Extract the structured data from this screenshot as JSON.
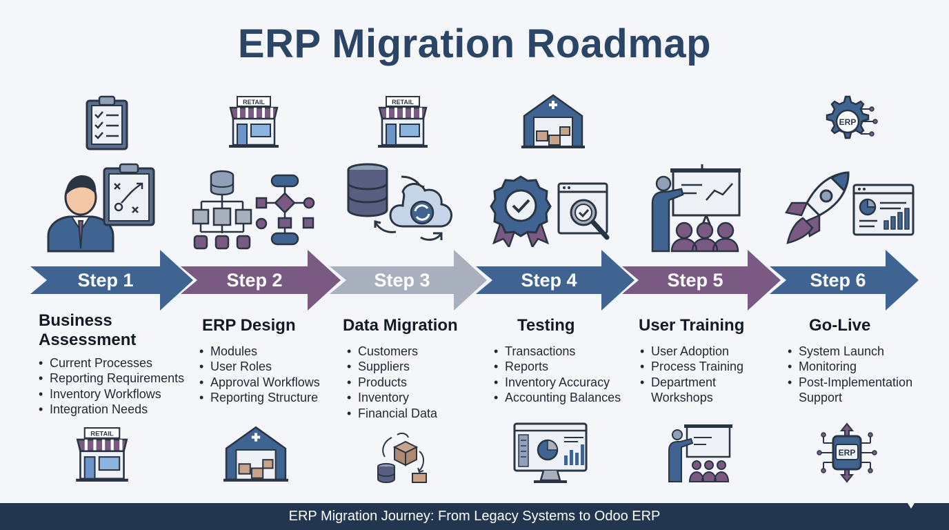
{
  "title": "ERP Migration Roadmap",
  "colors": {
    "blue": "#3f6491",
    "purple": "#7a5a82",
    "grey": "#a9b0bd",
    "navy": "#22364f",
    "outline": "#2a3544"
  },
  "steps": [
    {
      "label": "Step 1",
      "title": "Business Assessment",
      "title_lines": [
        "Business",
        "Assessment"
      ],
      "items": [
        "Current Processes",
        "Reporting Requirements",
        "Inventory Workflows",
        "Integration Needs"
      ],
      "icons": [
        "clipboard-checklist-icon",
        "business-analyst-icon",
        "strategy-board-icon",
        "retail-store-icon"
      ]
    },
    {
      "label": "Step 2",
      "title": "ERP Design",
      "items": [
        "Modules",
        "User Roles",
        "Approval Workflows",
        "Reporting Structure"
      ],
      "icons": [
        "retail-store-icon",
        "database-hierarchy-icon",
        "workflow-flowchart-icon",
        "warehouse-icon"
      ]
    },
    {
      "label": "Step 3",
      "title": "Data Migration",
      "items": [
        "Customers",
        "Suppliers",
        "Products",
        "Inventory",
        "Financial Data"
      ],
      "icons": [
        "retail-store-icon",
        "database-icon",
        "cloud-sync-icon",
        "data-transfer-icon"
      ]
    },
    {
      "label": "Step 4",
      "title": "Testing",
      "items": [
        "Transactions",
        "Reports",
        "Inventory Accuracy",
        "Accounting Balances"
      ],
      "icons": [
        "warehouse-icon",
        "quality-badge-icon",
        "inspection-window-icon",
        "dashboard-monitor-icon"
      ]
    },
    {
      "label": "Step 5",
      "title": "User Training",
      "items": [
        "User Adoption",
        "Process Training",
        "Department Workshops"
      ],
      "icons": [
        "trainer-presentation-icon",
        "trainer-audience-icon"
      ]
    },
    {
      "label": "Step 6",
      "title": "Go-Live",
      "items": [
        "System Launch",
        "Monitoring",
        "Post-Implementation Support"
      ],
      "icons": [
        "erp-gear-icon",
        "rocket-icon",
        "analytics-dashboard-icon",
        "erp-chip-icon"
      ]
    }
  ],
  "footer": "ERP Migration Journey: From Legacy Systems to Odoo ERP"
}
